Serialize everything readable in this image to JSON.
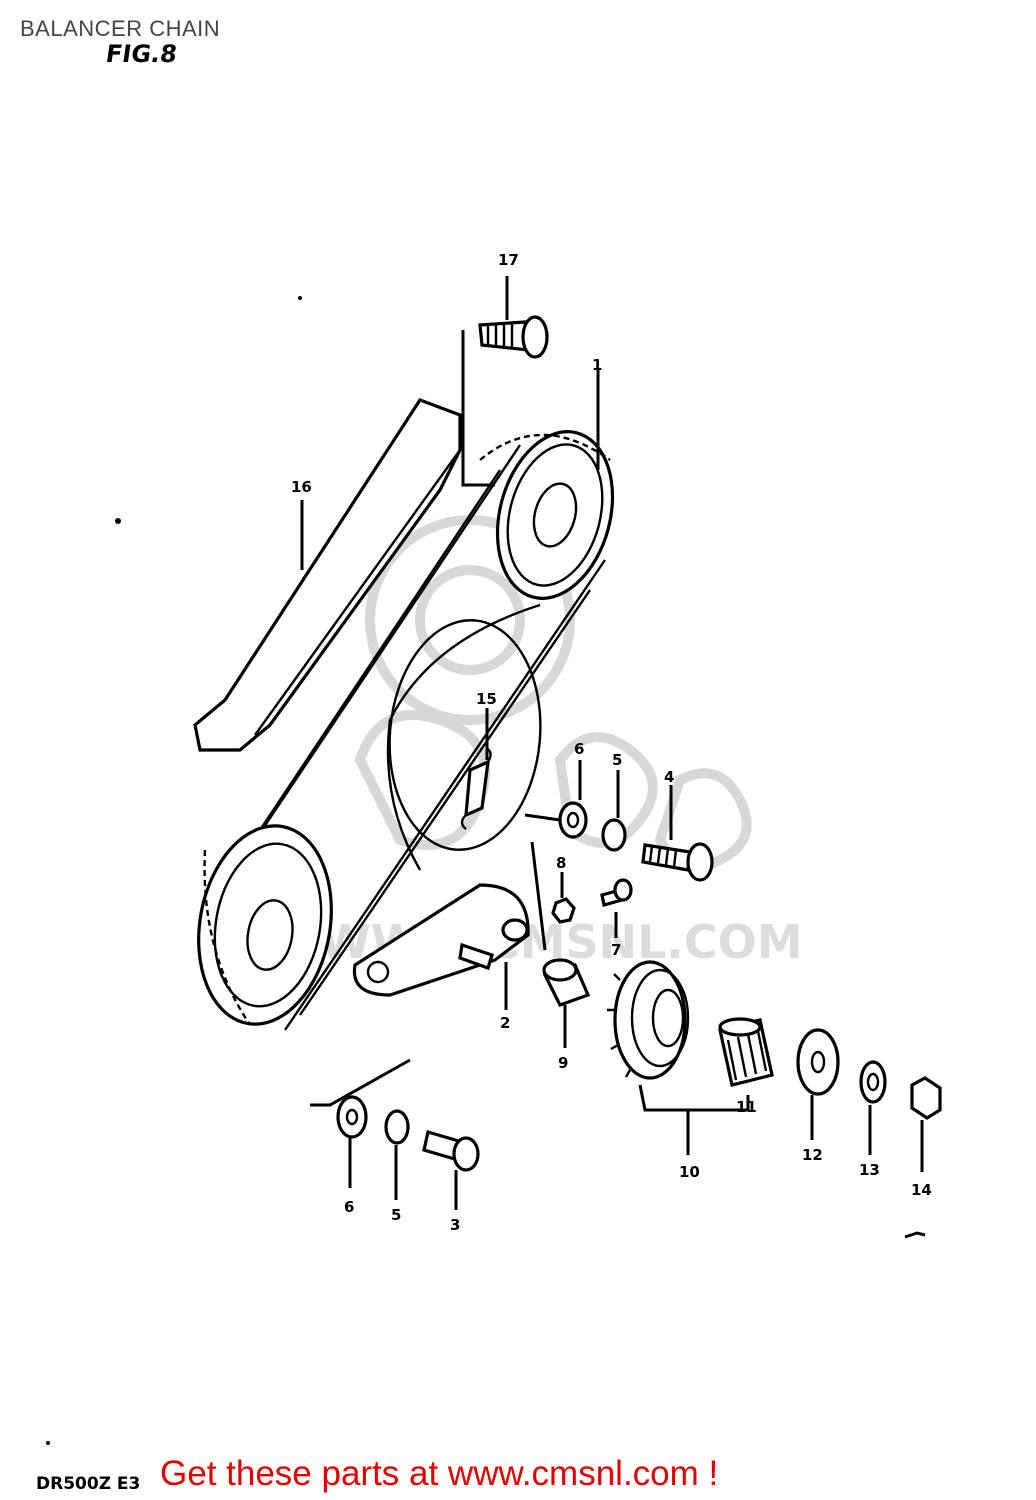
{
  "header": {
    "title": "BALANCER CHAIN",
    "figure": "FIG.8"
  },
  "footer": {
    "model_code": "DR500Z E3",
    "cta": "Get these parts at www.cmsnl.com !"
  },
  "watermark": {
    "text": "WWW.CMSNL.COM",
    "color": "#dcdcdc"
  },
  "callouts": [
    "1",
    "2",
    "3",
    "4",
    "5",
    "5",
    "6",
    "6",
    "7",
    "8",
    "9",
    "10",
    "11",
    "12",
    "13",
    "14",
    "15",
    "16",
    "17"
  ],
  "colors": {
    "cta": "#e00000",
    "line": "#000000",
    "background": "#ffffff"
  }
}
